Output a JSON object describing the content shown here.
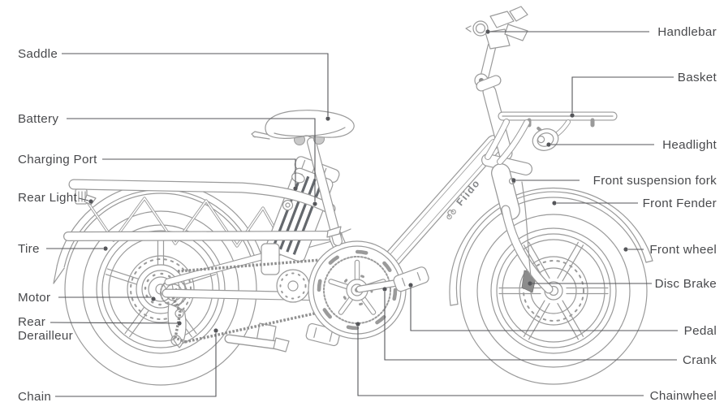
{
  "diagram": {
    "brand": "Fiido",
    "labels": {
      "left": {
        "saddle": "Saddle",
        "battery": "Battery",
        "charging_port": "Charging Port",
        "rear_light": "Rear Light",
        "tire": "Tire",
        "motor": "Motor",
        "rear_derailleur_line1": "Rear",
        "rear_derailleur_line2": "Derailleur",
        "chain": "Chain"
      },
      "right": {
        "handlebar": "Handlebar",
        "basket": "Basket",
        "headlight": "Headlight",
        "front_suspension_fork": "Front suspension fork",
        "front_fender": "Front Fender",
        "front_wheel": "Front wheel",
        "disc_brake": "Disc Brake",
        "pedal": "Pedal",
        "crank": "Crank",
        "chainwheel": "Chainwheel"
      }
    },
    "colors": {
      "background": "#ffffff",
      "artwork_line": "#9a9a9a",
      "label_text": "#48494c",
      "leader_line": "#55565a",
      "battery_stripe": "#64686d"
    }
  }
}
